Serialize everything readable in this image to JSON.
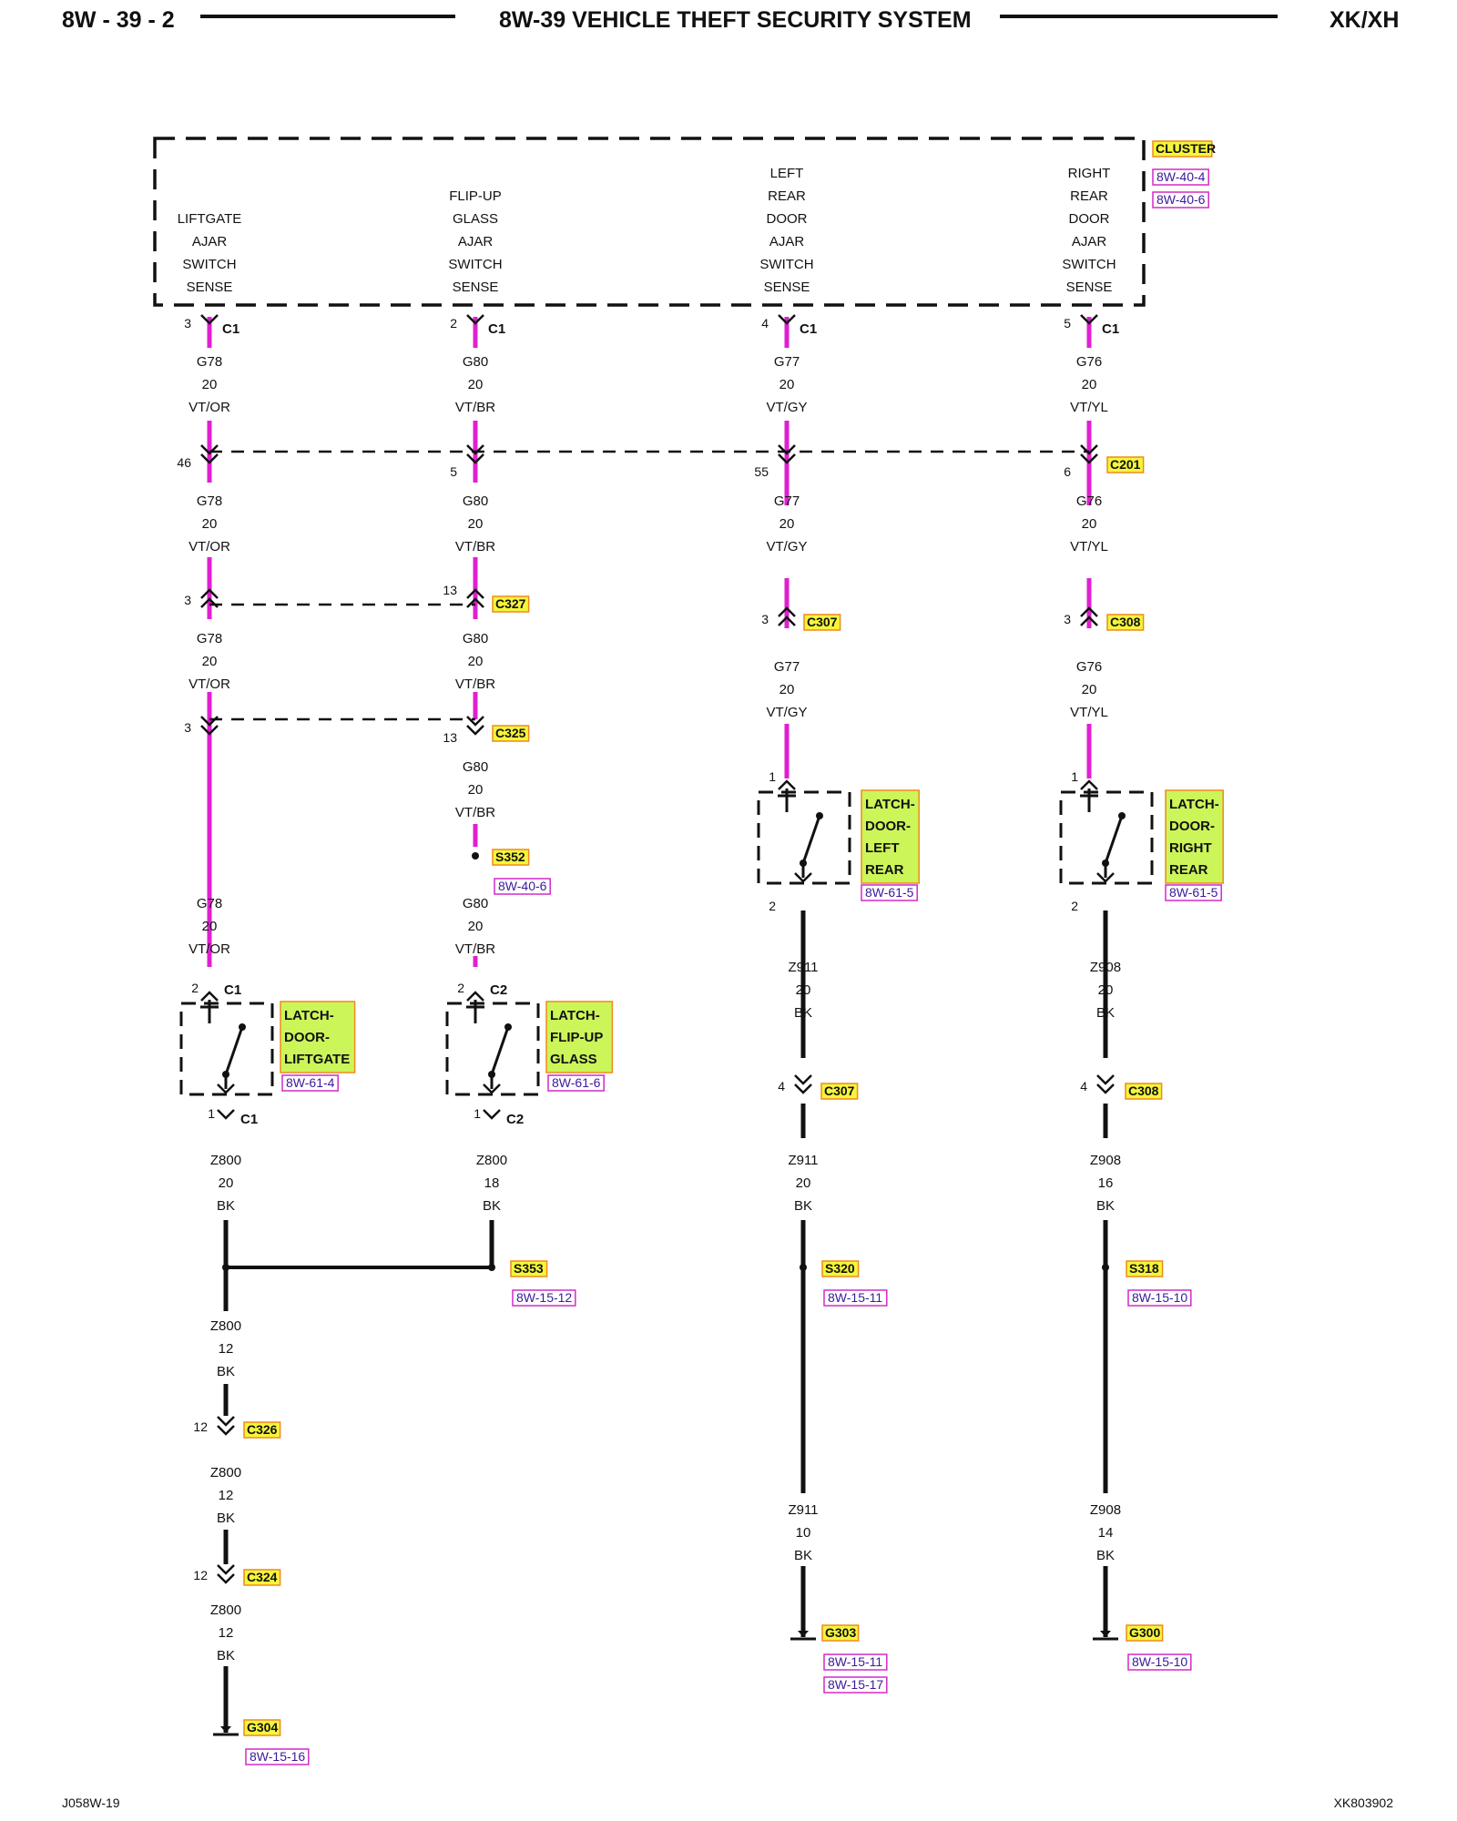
{
  "header": {
    "page_code": "8W - 39 - 2",
    "title": "8W-39 VEHICLE THEFT SECURITY SYSTEM",
    "model": "XK/XH"
  },
  "footer": {
    "left_code": "J058W-19",
    "right_code": "XK803902"
  },
  "colors": {
    "wire_violet": "#e11fd0",
    "wire_black": "#111111",
    "label_yellow": "#f5f53c",
    "label_orange": "#f08a1c",
    "latch_green": "#ccf55a",
    "ref_purple": "#3a1a9a"
  },
  "cluster": {
    "name": "CLUSTER",
    "refs": [
      "8W-40-4",
      "8W-40-6"
    ],
    "sense_labels": [
      [
        "LIFTGATE",
        "AJAR",
        "SWITCH",
        "SENSE"
      ],
      [
        "FLIP-UP",
        "GLASS",
        "AJAR",
        "SWITCH",
        "SENSE"
      ],
      [
        "LEFT",
        "REAR",
        "DOOR",
        "AJAR",
        "SWITCH",
        "SENSE"
      ],
      [
        "RIGHT",
        "REAR",
        "DOOR",
        "AJAR",
        "SWITCH",
        "SENSE"
      ]
    ]
  },
  "connector_labels": [
    "C1",
    "C1",
    "C1",
    "C1",
    "C201",
    "C327",
    "C325",
    "C307",
    "C308",
    "C1",
    "C2",
    "C1",
    "C2",
    "C307",
    "C308",
    "C326",
    "C324"
  ],
  "pin_numbers": [
    "3",
    "2",
    "4",
    "5",
    "46",
    "5",
    "55",
    "6",
    "3",
    "13",
    "3",
    "3",
    "3",
    "13",
    "1",
    "1",
    "2",
    "2",
    "2",
    "2",
    "1",
    "1",
    "4",
    "4",
    "12",
    "12"
  ],
  "wire_specs": [
    [
      "G78",
      "20",
      "VT/OR"
    ],
    [
      "G80",
      "20",
      "VT/BR"
    ],
    [
      "G77",
      "20",
      "VT/GY"
    ],
    [
      "G76",
      "20",
      "VT/YL"
    ],
    [
      "G78",
      "20",
      "VT/OR"
    ],
    [
      "G80",
      "20",
      "VT/BR"
    ],
    [
      "G77",
      "20",
      "VT/GY"
    ],
    [
      "G76",
      "20",
      "VT/YL"
    ],
    [
      "G78",
      "20",
      "VT/OR"
    ],
    [
      "G80",
      "20",
      "VT/BR"
    ],
    [
      "G77",
      "20",
      "VT/GY"
    ],
    [
      "G76",
      "20",
      "VT/YL"
    ],
    [
      "G80",
      "20",
      "VT/BR"
    ],
    [
      "G78",
      "20",
      "VT/OR"
    ],
    [
      "G80",
      "20",
      "VT/BR"
    ],
    [
      "Z911",
      "20",
      "BK"
    ],
    [
      "Z908",
      "20",
      "BK"
    ],
    [
      "Z800",
      "20",
      "BK"
    ],
    [
      "Z800",
      "18",
      "BK"
    ],
    [
      "Z911",
      "20",
      "BK"
    ],
    [
      "Z908",
      "16",
      "BK"
    ],
    [
      "Z800",
      "12",
      "BK"
    ],
    [
      "Z800",
      "12",
      "BK"
    ],
    [
      "Z911",
      "10",
      "BK"
    ],
    [
      "Z908",
      "14",
      "BK"
    ],
    [
      "Z800",
      "12",
      "BK"
    ]
  ],
  "splices": [
    {
      "name": "S352",
      "ref": "8W-40-6"
    },
    {
      "name": "S353",
      "ref": "8W-15-12"
    },
    {
      "name": "S320",
      "ref": "8W-15-11"
    },
    {
      "name": "S318",
      "ref": "8W-15-10"
    }
  ],
  "grounds": [
    {
      "name": "G304",
      "refs": [
        "8W-15-16"
      ]
    },
    {
      "name": "G303",
      "refs": [
        "8W-15-11",
        "8W-15-17"
      ]
    },
    {
      "name": "G300",
      "refs": [
        "8W-15-10"
      ]
    }
  ],
  "latches": [
    {
      "lines": [
        "LATCH-",
        "DOOR-",
        "LEFT",
        "REAR"
      ],
      "ref": "8W-61-5"
    },
    {
      "lines": [
        "LATCH-",
        "DOOR-",
        "RIGHT",
        "REAR"
      ],
      "ref": "8W-61-5"
    },
    {
      "lines": [
        "LATCH-",
        "DOOR-",
        "LIFTGATE"
      ],
      "ref": "8W-61-4"
    },
    {
      "lines": [
        "LATCH-",
        "FLIP-UP",
        "GLASS"
      ],
      "ref": "8W-61-6"
    }
  ]
}
